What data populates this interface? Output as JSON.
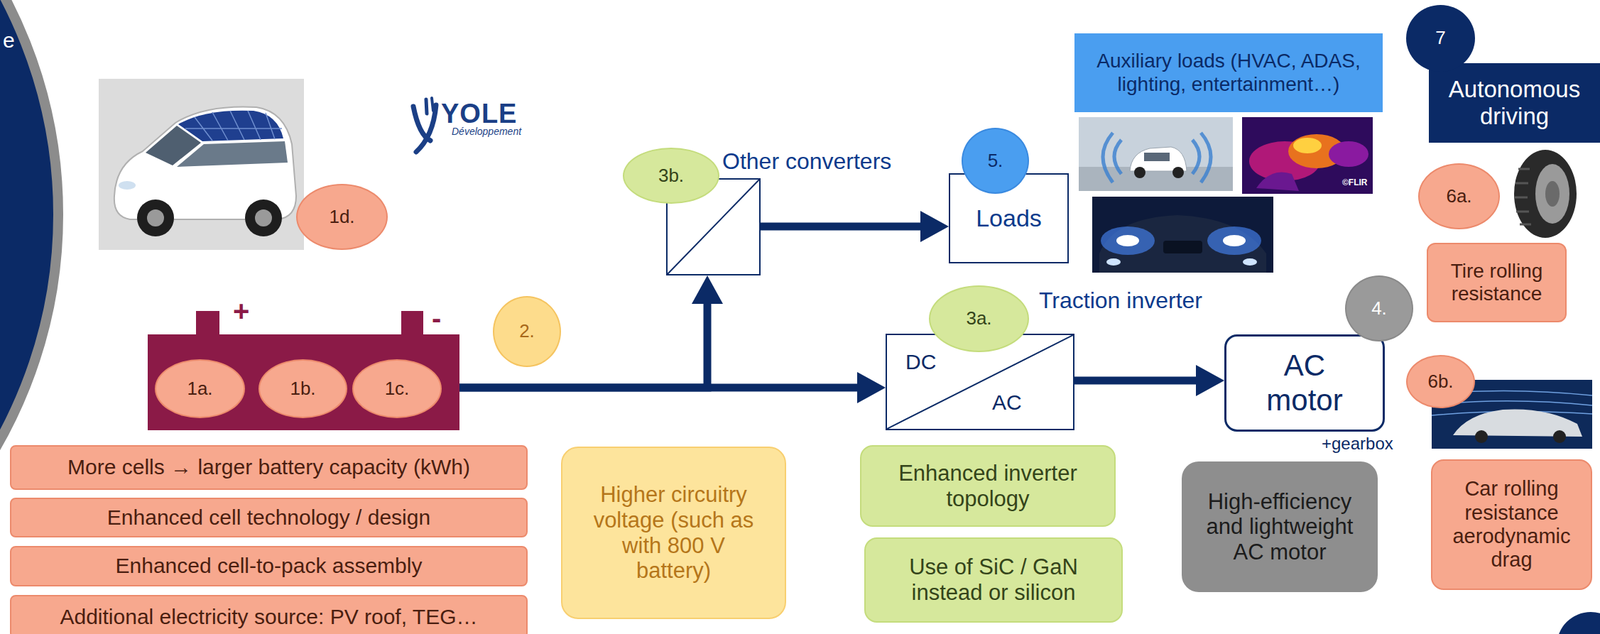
{
  "diagram": {
    "nodes": [
      {
        "text": [
          "e"
        ]
      },
      {
        "text": [
          "1d."
        ]
      },
      {
        "text": [
          "3b."
        ]
      },
      {
        "text": [
          "Other converters"
        ]
      },
      {
        "text": [
          "5."
        ]
      },
      {
        "text": [
          "Loads"
        ]
      },
      {
        "text": [
          "Auxiliary loads (HVAC, ADAS, lighting, entertainment…)"
        ]
      },
      {
        "text": [
          "7"
        ]
      },
      {
        "text": [
          "Autonomous driving"
        ]
      },
      {
        "text": [
          "6a."
        ]
      },
      {
        "text": [
          "Tire rolling resistance"
        ]
      },
      {
        "text": [
          "+",
          "-"
        ]
      },
      {
        "text": [
          "1a."
        ],
        "in": 11
      },
      {
        "text": [
          "1b."
        ],
        "in": 11
      },
      {
        "text": [
          "1c."
        ],
        "in": 11
      },
      {
        "text": [
          "2."
        ]
      },
      {
        "text": [
          "3a."
        ]
      },
      {
        "text": [
          "Traction inverter",
          "DC",
          "AC"
        ]
      },
      {
        "text": [
          "4."
        ]
      },
      {
        "text": [
          "AC motor",
          "+gearbox"
        ]
      },
      {
        "text": [
          "6b."
        ]
      },
      {
        "text": [
          "More cells → larger battery capacity (kWh)"
        ]
      },
      {
        "text": [
          "Enhanced cell technology / design"
        ]
      },
      {
        "text": [
          "Enhanced cell-to-pack assembly"
        ]
      },
      {
        "text": [
          "Additional electricity source: PV roof, TEG…"
        ]
      },
      {
        "text": [
          "Higher circuitry voltage (such as with 800 V battery)"
        ]
      },
      {
        "text": [
          "Enhanced inverter topology"
        ]
      },
      {
        "text": [
          "Use of SiC / GaN instead or silicon"
        ]
      },
      {
        "text": [
          "High-efficiency and lightweight AC motor"
        ]
      },
      {
        "text": [
          "Car rolling resistance aerodynamic drag"
        ]
      }
    ],
    "edges": [
      {
        "from": 11,
        "to": 17,
        "arrow": "to"
      },
      {
        "from": 11,
        "to": 3,
        "arrow": "to"
      },
      {
        "from": 3,
        "to": 5,
        "arrow": "to"
      },
      {
        "from": 17,
        "to": 19,
        "arrow": "to"
      }
    ],
    "labels": [
      "YOLE",
      "Développement",
      "©FLIR"
    ]
  }
}
